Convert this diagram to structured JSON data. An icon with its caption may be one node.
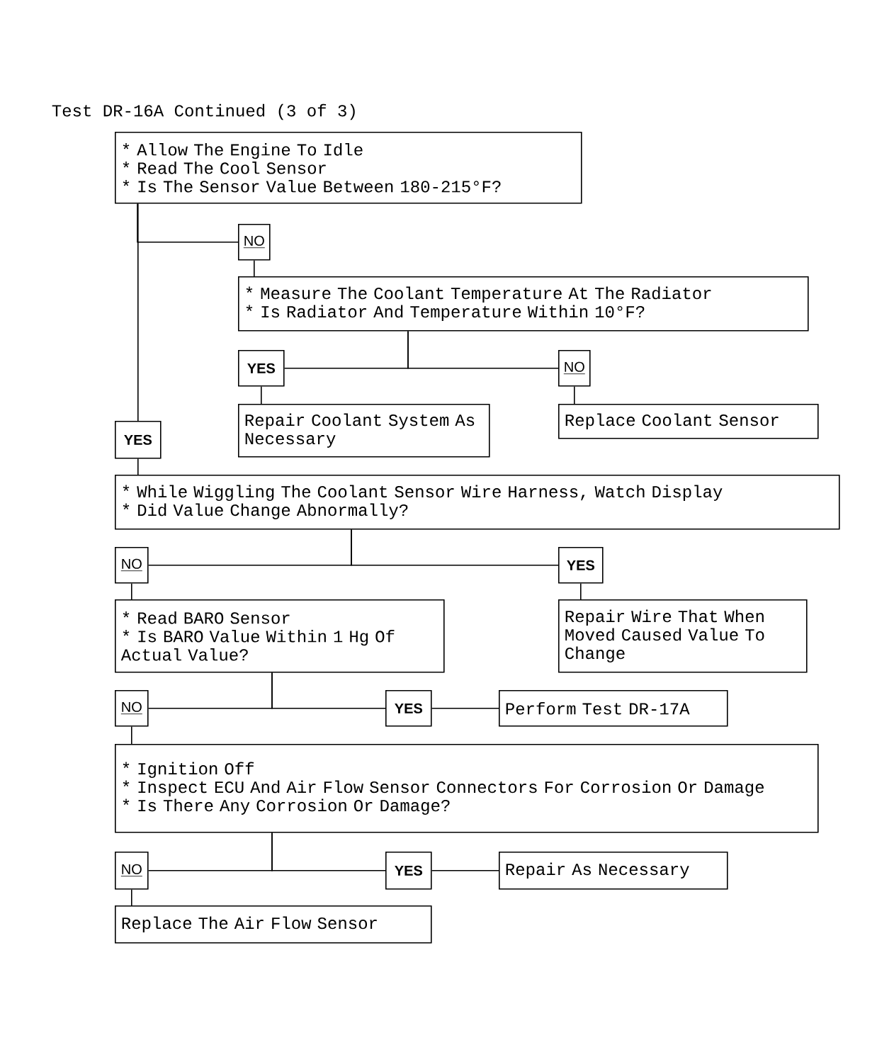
{
  "diagram": {
    "title": "Test DR-16A Continued (3 of 3)",
    "nodes": [
      {
        "text": [
          "* Allow The Engine To Idle",
          "* Read The Cool Sensor",
          "* Is The Sensor Value Between 180-215°F?"
        ]
      },
      {
        "text": [
          "NO"
        ]
      },
      {
        "text": [
          "* Measure The Coolant Temperature At The Radiator",
          "* Is Radiator And Temperature Within 10°F?"
        ]
      },
      {
        "text": [
          "YES"
        ]
      },
      {
        "text": [
          "NO"
        ]
      },
      {
        "text": [
          "Repair Coolant System As Necessary"
        ]
      },
      {
        "text": [
          "Replace Coolant Sensor"
        ]
      },
      {
        "text": [
          "YES"
        ]
      },
      {
        "text": [
          "* While Wiggling The Coolant Sensor Wire Harness, Watch Display",
          "* Did Value Change Abnormally?"
        ]
      },
      {
        "text": [
          "NO"
        ]
      },
      {
        "text": [
          "YES"
        ]
      },
      {
        "text": [
          "* Read BARO Sensor",
          "* Is BARO Value Within 1 Hg Of Actual Value?"
        ]
      },
      {
        "text": [
          "Repair Wire That When Moved Caused Value To Change"
        ]
      },
      {
        "text": [
          "NO"
        ]
      },
      {
        "text": [
          "YES"
        ]
      },
      {
        "text": [
          "Perform Test DR-17A"
        ]
      },
      {
        "text": [
          "* Ignition Off",
          "* Inspect ECU And Air Flow Sensor Connectors For Corrosion Or Damage",
          "* Is There Any Corrosion Or Damage?"
        ]
      },
      {
        "text": [
          "NO"
        ]
      },
      {
        "text": [
          "YES"
        ]
      },
      {
        "text": [
          "Repair As Necessary"
        ]
      },
      {
        "text": [
          "Replace The Air Flow Sensor"
        ]
      }
    ],
    "edges": [
      {
        "from": 0,
        "to": 1,
        "arrow": "none"
      },
      {
        "from": 0,
        "to": 7,
        "arrow": "none"
      },
      {
        "from": 1,
        "to": 2,
        "arrow": "none"
      },
      {
        "from": 2,
        "to": 3,
        "arrow": "none"
      },
      {
        "from": 2,
        "to": 4,
        "arrow": "none"
      },
      {
        "from": 3,
        "to": 5,
        "arrow": "none"
      },
      {
        "from": 4,
        "to": 6,
        "arrow": "none"
      },
      {
        "from": 7,
        "to": 8,
        "arrow": "none"
      },
      {
        "from": 8,
        "to": 9,
        "arrow": "none"
      },
      {
        "from": 8,
        "to": 10,
        "arrow": "none"
      },
      {
        "from": 9,
        "to": 11,
        "arrow": "none"
      },
      {
        "from": 10,
        "to": 12,
        "arrow": "none"
      },
      {
        "from": 11,
        "to": 13,
        "arrow": "none"
      },
      {
        "from": 11,
        "to": 14,
        "arrow": "none"
      },
      {
        "from": 14,
        "to": 15,
        "arrow": "none"
      },
      {
        "from": 13,
        "to": 16,
        "arrow": "none"
      },
      {
        "from": 16,
        "to": 17,
        "arrow": "none"
      },
      {
        "from": 16,
        "to": 18,
        "arrow": "none"
      },
      {
        "from": 18,
        "to": 19,
        "arrow": "none"
      },
      {
        "from": 17,
        "to": 20,
        "arrow": "none"
      }
    ]
  }
}
